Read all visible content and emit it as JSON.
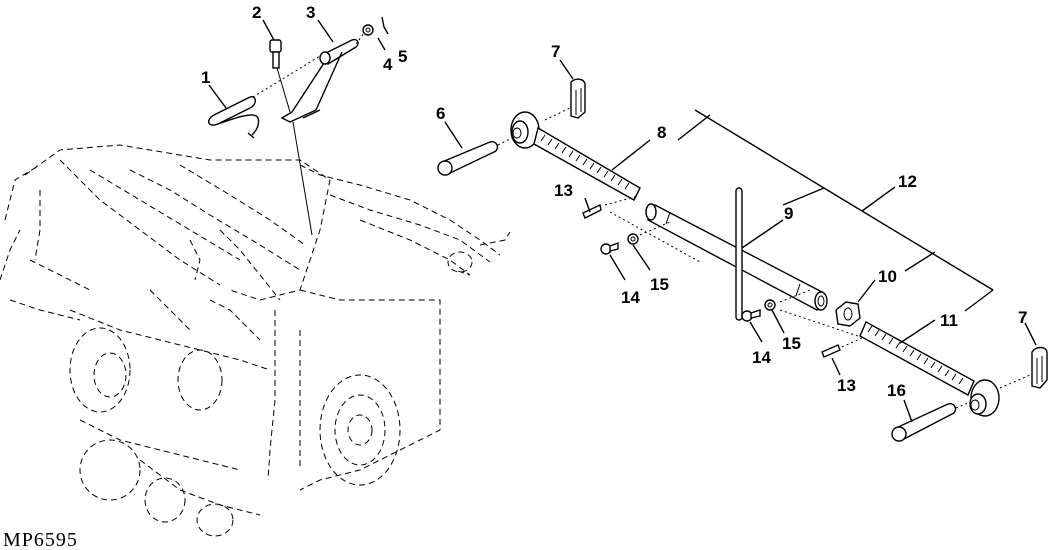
{
  "figure": {
    "id_label": "MP6595",
    "subject": "Exploded parts diagram - center link / leveling rod assembly on transmission housing"
  },
  "callouts": [
    {
      "n": "1",
      "part": "u-bolt-clip"
    },
    {
      "n": "2",
      "part": "cap-screw"
    },
    {
      "n": "3",
      "part": "bracket-with-pin"
    },
    {
      "n": "4",
      "part": "washer"
    },
    {
      "n": "5",
      "part": "cotter-pin"
    },
    {
      "n": "6",
      "part": "pin-upper"
    },
    {
      "n": "7",
      "part": "lock-pin-upper"
    },
    {
      "n": "8",
      "part": "rod-end-upper"
    },
    {
      "n": "9",
      "part": "tube-with-handle"
    },
    {
      "n": "10",
      "part": "jam-nut"
    },
    {
      "n": "11",
      "part": "rod-end-lower"
    },
    {
      "n": "12",
      "part": "center-link-assembly"
    },
    {
      "n": "13",
      "part": "spring-pin-upper"
    },
    {
      "n": "13",
      "part": "spring-pin-lower"
    },
    {
      "n": "14",
      "part": "screw-left"
    },
    {
      "n": "14",
      "part": "screw-right"
    },
    {
      "n": "15",
      "part": "nut-left"
    },
    {
      "n": "15",
      "part": "nut-right"
    },
    {
      "n": "16",
      "part": "pin-lower"
    },
    {
      "n": "7",
      "part": "lock-pin-lower"
    }
  ]
}
